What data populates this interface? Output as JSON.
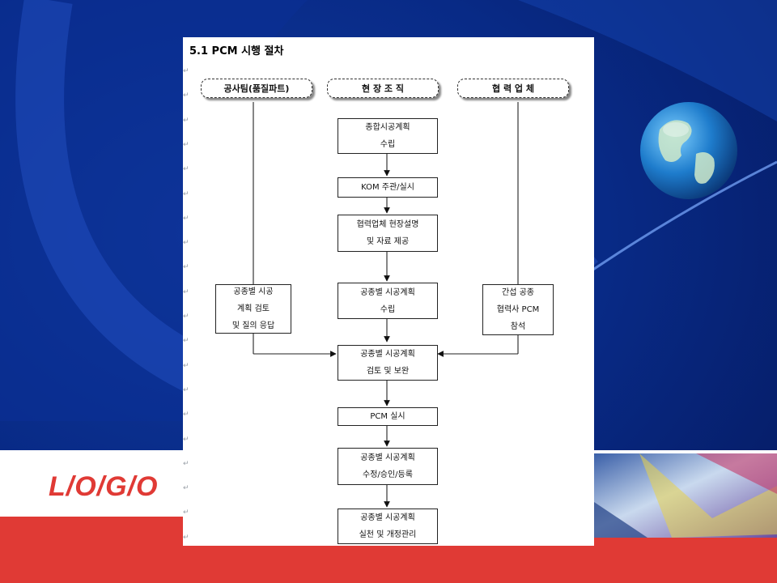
{
  "slide": {
    "logo_text": "L/O/G/O",
    "colors": {
      "background": "#0a2a8c",
      "accent_red": "#e03a35",
      "globe": "#2a8ad8"
    }
  },
  "document": {
    "title": "5.1 PCM 시행 절차",
    "headers": {
      "left": "공사팀(품질파트)",
      "center": "현 장 조 직",
      "right": "협 력 업 체"
    },
    "center_steps": [
      {
        "lines": [
          "종합시공계획",
          "수립"
        ]
      },
      {
        "lines": [
          "KOM 주관/실시"
        ]
      },
      {
        "lines": [
          "협력업체 현장설명",
          "및 자료 제공"
        ]
      },
      {
        "lines": [
          "공종별 시공계획",
          "수립"
        ]
      },
      {
        "lines": [
          "공종별 시공계획",
          "검토 및 보완"
        ]
      },
      {
        "lines": [
          "PCM 실시"
        ]
      },
      {
        "lines": [
          "공종별 시공계획",
          "수정/승인/등록"
        ]
      },
      {
        "lines": [
          "공종별 시공계획",
          "실천 및 개정관리"
        ]
      }
    ],
    "left_step": {
      "lines": [
        "공종별 시공",
        "계획 검토",
        "및 질의 응답"
      ]
    },
    "right_step": {
      "lines": [
        "간섭 공종",
        "협력사 PCM",
        "참석"
      ]
    },
    "paragraph_mark": "↵"
  }
}
